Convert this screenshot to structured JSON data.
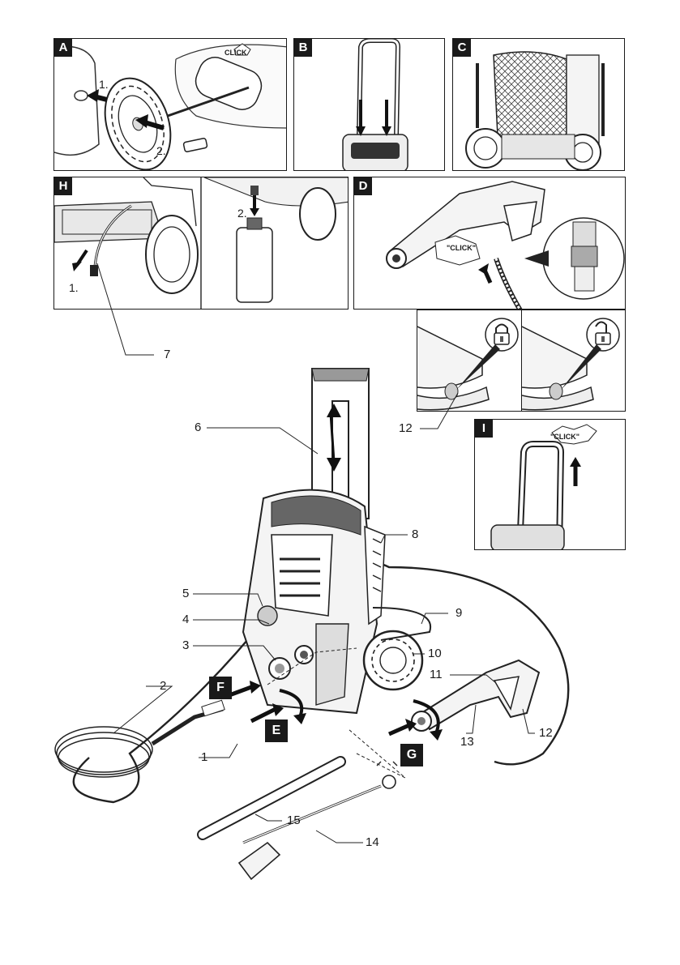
{
  "panels": {
    "A": {
      "tag": "A",
      "step1": "1.",
      "step2": "2.",
      "click": "CLICK"
    },
    "B": {
      "tag": "B"
    },
    "C": {
      "tag": "C"
    },
    "H": {
      "tag": "H",
      "step1": "1.",
      "step2": "2."
    },
    "D": {
      "tag": "D",
      "click": "\"CLICK\""
    },
    "I": {
      "tag": "I",
      "click": "\"CLICK\""
    }
  },
  "steps": {
    "E": "E",
    "F": "F",
    "G": "G"
  },
  "callouts": {
    "n1": "1",
    "n2": "2",
    "n3": "3",
    "n4": "4",
    "n5": "5",
    "n6": "6",
    "n7": "7",
    "n8": "8",
    "n9": "9",
    "n10": "10",
    "n11": "11",
    "n12a": "12",
    "n12b": "12",
    "n13": "13",
    "n14": "14",
    "n15": "15"
  },
  "icons": {
    "lock": "padlock-closed-icon",
    "unlock": "padlock-open-icon"
  }
}
